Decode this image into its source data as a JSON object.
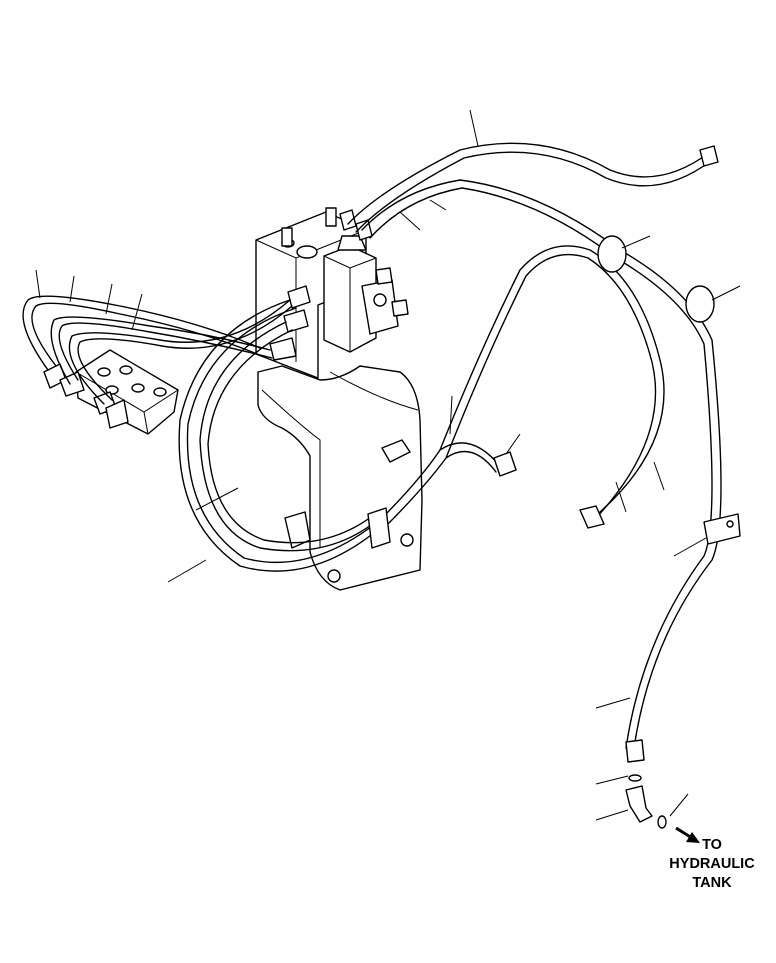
{
  "diagram": {
    "annotation": {
      "lines": [
        "TO",
        "HYDRAULIC",
        "TANK"
      ]
    }
  }
}
